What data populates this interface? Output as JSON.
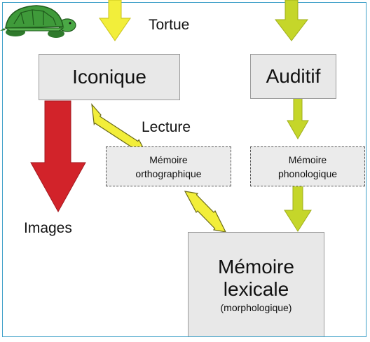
{
  "colors": {
    "frame": "#3ea0c8",
    "box_fill": "#e8e8e8",
    "yellow_arrow": "#f2ee3a",
    "olive_arrow": "#c5d62a",
    "red_arrow": "#d2232a",
    "turtle_green": "#3f9a3a"
  },
  "labels": {
    "tortue": "Tortue",
    "lecture": "Lecture",
    "images": "Images"
  },
  "boxes": {
    "iconique": "Iconique",
    "auditif": "Auditif",
    "mem_ortho_line1": "Mémoire",
    "mem_ortho_line2": "orthographique",
    "mem_phono_line1": "Mémoire",
    "mem_phono_line2": "phonologique",
    "mem_lex_line1": "Mémoire",
    "mem_lex_line2": "lexicale",
    "mem_lex_line3": "(morphologique)"
  },
  "icons": {
    "turtle": "turtle-icon"
  }
}
